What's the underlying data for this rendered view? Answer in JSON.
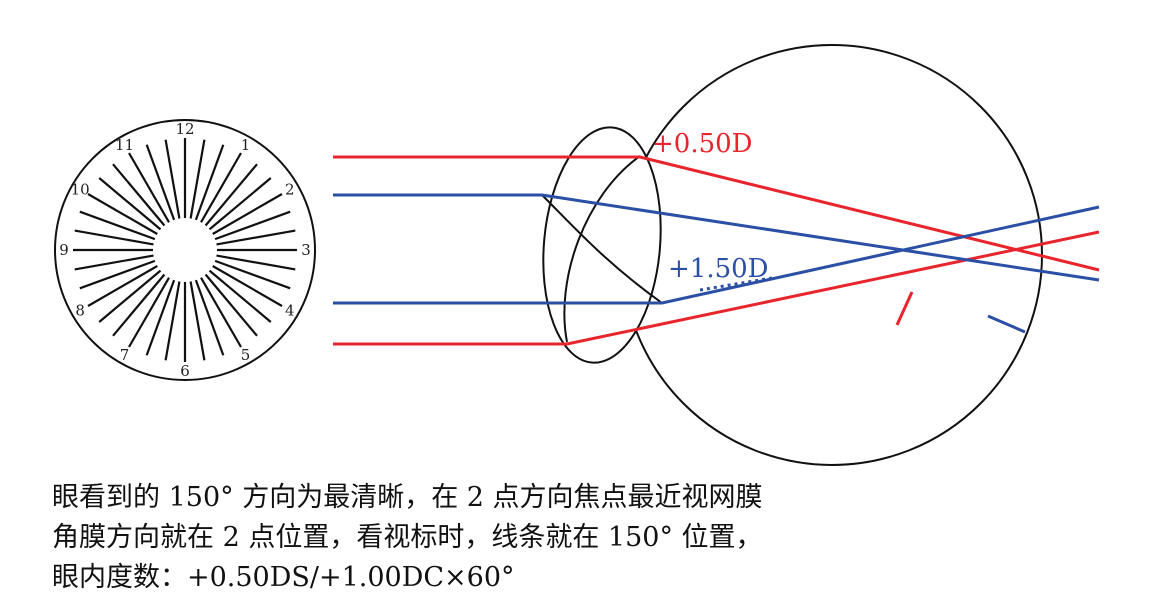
{
  "dial": {
    "numbers": [
      "12",
      "1",
      "2",
      "3",
      "4",
      "5",
      "6",
      "7",
      "8",
      "9",
      "10",
      "11"
    ]
  },
  "labels": {
    "red_power": "+0.50D",
    "blue_power": "+1.50D"
  },
  "colors": {
    "red": "#e8242c",
    "blue": "#2a4fa5",
    "outline": "#111111"
  },
  "caption": {
    "line1": "眼看到的 150° 方向为最清晰，在 2 点方向焦点最近视网膜",
    "line2": "角膜方向就在 2 点位置，看视标时，线条就在 150° 位置，",
    "line3": "眼内度数：+0.50DS/+1.00DC×60°"
  }
}
